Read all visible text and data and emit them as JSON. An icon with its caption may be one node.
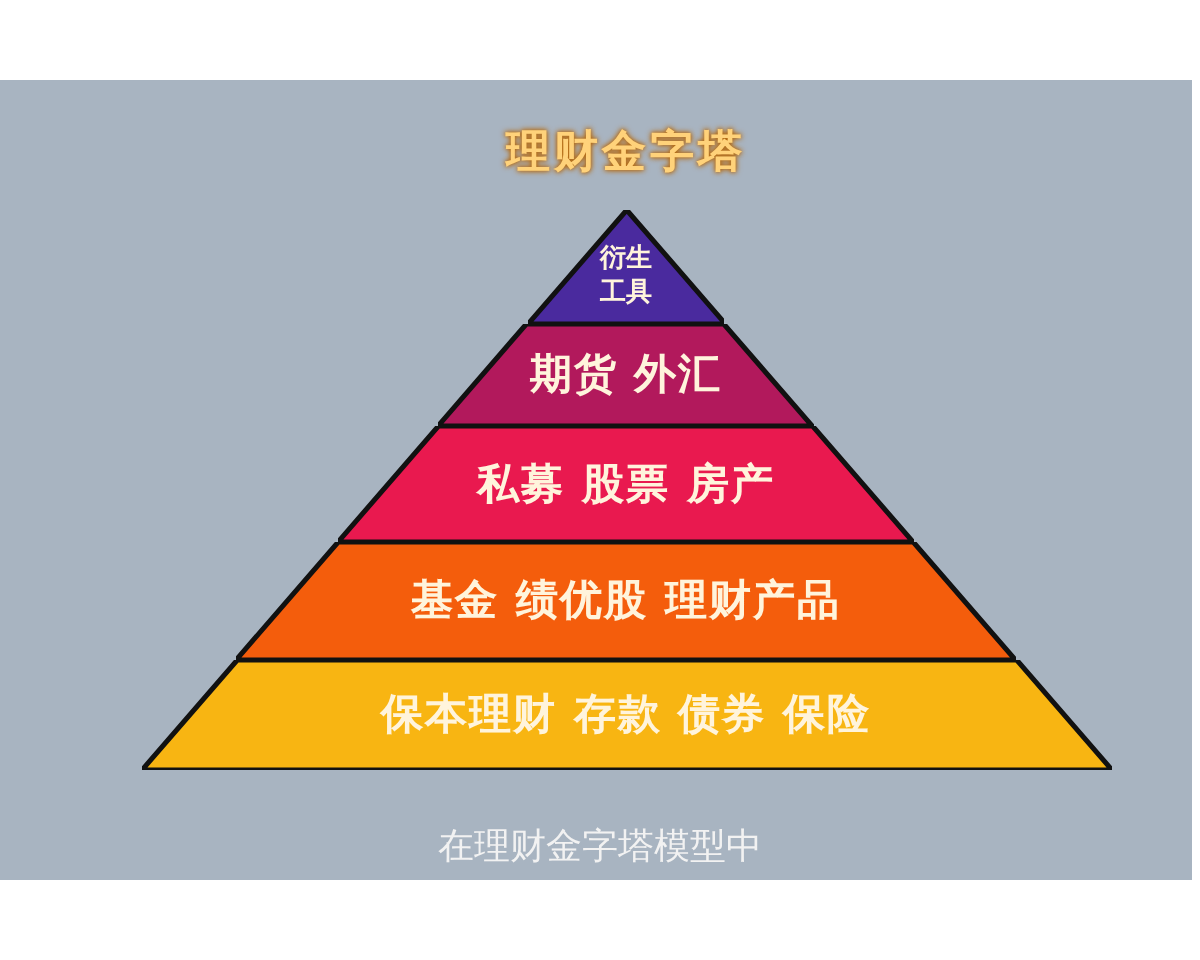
{
  "diagram": {
    "title": "理财金字塔",
    "caption": "在理财金字塔模型中",
    "nodes": [
      {
        "text": [
          "衍生工具"
        ]
      },
      {
        "text": [
          "期货 外汇"
        ]
      },
      {
        "text": [
          "私募 股票 房产"
        ]
      },
      {
        "text": [
          "基金 绩优股 理财产品"
        ]
      },
      {
        "text": [
          "保本理财 存款 债券 保险"
        ]
      }
    ]
  }
}
